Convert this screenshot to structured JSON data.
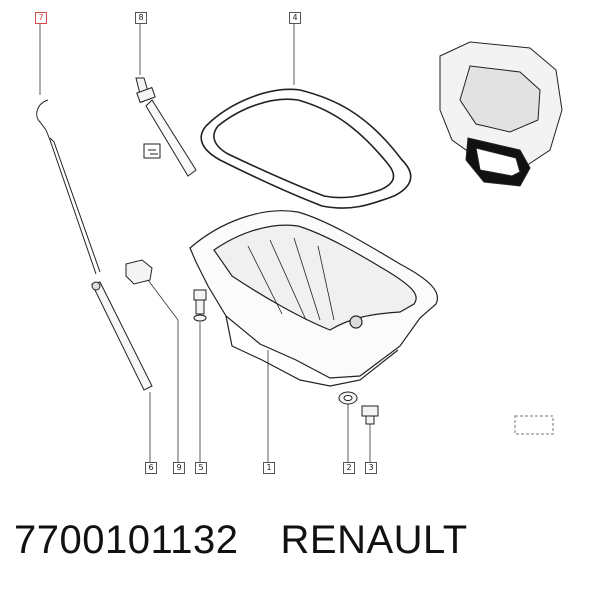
{
  "callouts": {
    "c7": "7",
    "c8": "8",
    "c4": "4",
    "c6": "6",
    "c9": "9",
    "c5": "5",
    "c1": "1",
    "c2": "2",
    "c3": "3"
  },
  "caption": {
    "part_number": "7700101132",
    "brand": "RENAULT"
  },
  "colors": {
    "highlight_callout": "#d24b4b",
    "line_art": "#222222"
  }
}
